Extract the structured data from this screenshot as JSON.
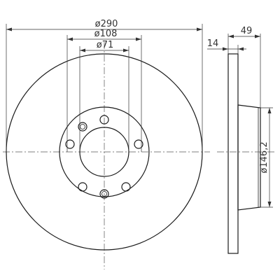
{
  "dimensions": {
    "outer_diameter": "ø290",
    "center_diameter": "ø108",
    "hub_bore_diameter": "ø71",
    "total_height": "49",
    "disc_thickness": "14",
    "hub_diameter": "ø146,2"
  }
}
